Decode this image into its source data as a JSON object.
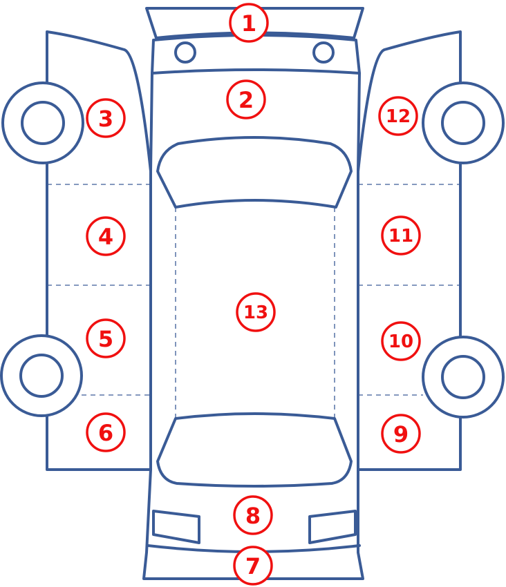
{
  "markers": {
    "m1": "1",
    "m2": "2",
    "m3": "3",
    "m4": "4",
    "m5": "5",
    "m6": "6",
    "m7": "7",
    "m8": "8",
    "m9": "9",
    "m10": "10",
    "m11": "11",
    "m12": "12",
    "m13": "13"
  },
  "colors": {
    "outline": "#3a5b96",
    "marker": "#f01010"
  }
}
